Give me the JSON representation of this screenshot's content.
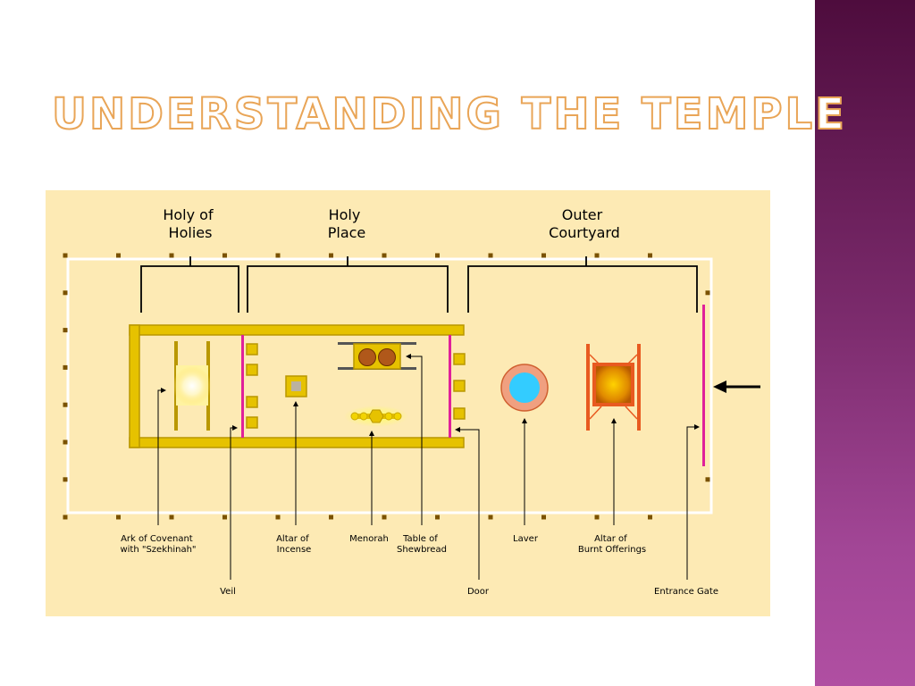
{
  "slide": {
    "title": "Understanding the Temple",
    "colors": {
      "title_outline": "#e9a557",
      "diagram_background": "#fdeab4",
      "gold": "#e6c200",
      "gold_dark": "#b99700",
      "veil": "#e0209a",
      "post": "#7a5200",
      "laver_water": "#33ccff",
      "laver_rim": "#f0a080",
      "altar_frame": "#e85a20",
      "side_band_top": "#4e0c3d",
      "side_band_bottom": "#b04fa2"
    }
  },
  "diagram": {
    "regions": {
      "holy_of_holies": [
        "Holy of",
        "Holies"
      ],
      "holy_place": [
        "Holy",
        "Place"
      ],
      "outer_courtyard": [
        "Outer",
        "Courtyard"
      ]
    },
    "labels": {
      "ark": [
        "Ark of Covenant",
        "with \"Szekhinah\""
      ],
      "veil": [
        "Veil"
      ],
      "altar_incense": [
        "Altar of",
        "Incense"
      ],
      "menorah": [
        "Menorah"
      ],
      "table": [
        "Table of",
        "Shewbread"
      ],
      "door": [
        "Door"
      ],
      "laver": [
        "Laver"
      ],
      "altar_burnt": [
        "Altar of",
        "Burnt Offerings"
      ],
      "entrance_gate": [
        "Entrance Gate"
      ]
    },
    "icons": {
      "entrance_arrow": "left-arrow-icon",
      "ark": "ark-glow-icon",
      "menorah": "menorah-icon"
    }
  }
}
